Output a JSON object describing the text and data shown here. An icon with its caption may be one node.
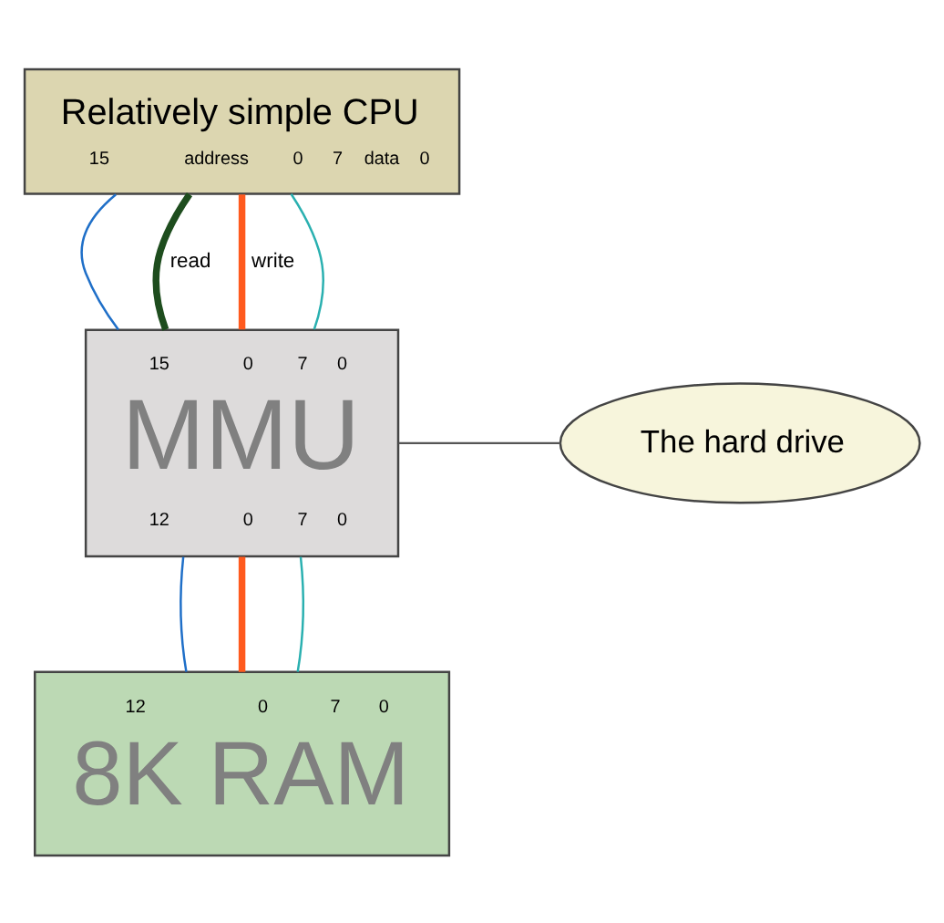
{
  "diagram": {
    "nodes": [
      {
        "text": [
          "Relatively simple CPU",
          "15",
          "address",
          "0",
          "7",
          "data",
          "0"
        ]
      },
      {
        "text": [
          "15",
          "0",
          "7",
          "0",
          "MMU",
          "12",
          "0",
          "7",
          "0"
        ]
      },
      {
        "text": [
          "12",
          "0",
          "7",
          "0",
          "8K RAM"
        ]
      },
      {
        "text": [
          "The hard drive"
        ]
      }
    ],
    "edges": [
      {
        "from": 0,
        "to": 1,
        "arrow": "none",
        "color": "#1f6fc8"
      },
      {
        "from": 0,
        "to": 1,
        "arrow": "none",
        "label": "read",
        "style": "thick",
        "color": "#1e4d1e"
      },
      {
        "from": 0,
        "to": 1,
        "arrow": "none",
        "label": "write",
        "style": "thick",
        "color": "#ff5a1e"
      },
      {
        "from": 0,
        "to": 1,
        "arrow": "none",
        "color": "#2ab0b0"
      },
      {
        "from": 1,
        "to": 2,
        "arrow": "none",
        "color": "#1f6fc8"
      },
      {
        "from": 1,
        "to": 2,
        "arrow": "none",
        "style": "thick",
        "color": "#ff5a1e"
      },
      {
        "from": 1,
        "to": 2,
        "arrow": "none",
        "color": "#2ab0b0"
      },
      {
        "from": 1,
        "to": 3,
        "arrow": "none",
        "color": "#555555"
      }
    ]
  }
}
